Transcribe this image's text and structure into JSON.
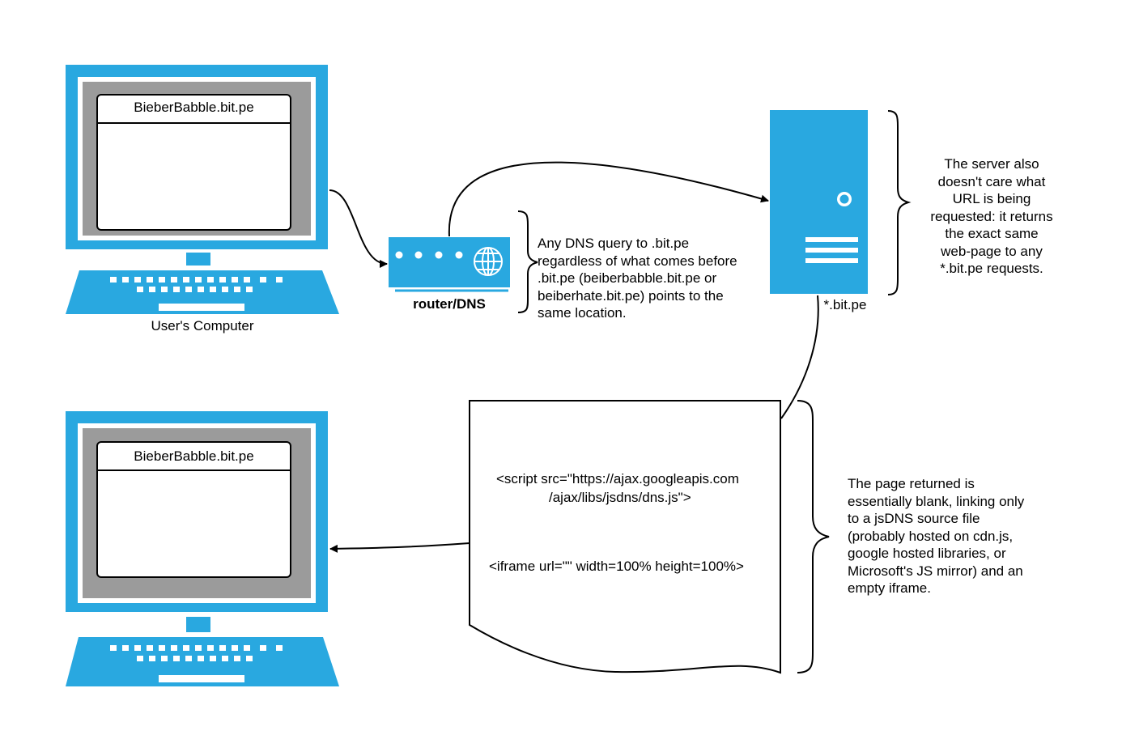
{
  "colors": {
    "accent": "#29a8e0",
    "screen_gray": "#9b9b9b",
    "stroke": "#000000",
    "background": "#ffffff"
  },
  "top_computer": {
    "url": "BieberBabble.bit.pe",
    "caption": "User's Computer"
  },
  "bottom_computer": {
    "url": "BieberBabble.bit.pe"
  },
  "router": {
    "label": "router/DNS",
    "icon": "globe-icon"
  },
  "server": {
    "label": "*.bit.pe"
  },
  "dns_note": {
    "lines": [
      "Any DNS query to .bit.pe",
      "regardless of what comes before",
      ".bit.pe (beiberbabble.bit.pe or",
      "beiberhate.bit.pe) points to the",
      "same location."
    ]
  },
  "server_note": {
    "lines": [
      "The server also",
      "doesn't care what",
      "URL is being",
      "requested: it returns",
      "the exact same",
      "web-page to any",
      "*.bit.pe requests."
    ]
  },
  "document": {
    "script_line_1": "<script  src=\"https://ajax.googleapis.com",
    "script_line_2": "/ajax/libs/jsdns/dns.js\">",
    "iframe_line": "<iframe url=\"\" width=100% height=100%>"
  },
  "page_note": {
    "lines": [
      "The page returned is",
      "essentially blank, linking only",
      "to a jsDNS source file",
      "(probably hosted on cdn.js,",
      "google hosted libraries, or",
      "Microsoft's JS mirror) and an",
      "empty iframe."
    ]
  }
}
